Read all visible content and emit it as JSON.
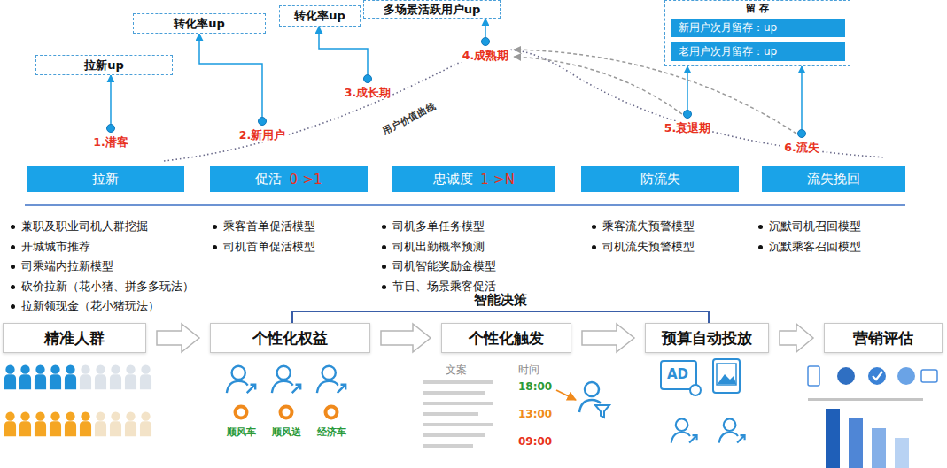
{
  "diagram": {
    "nodes": [
      {
        "text": [
          "拉新up"
        ]
      },
      {
        "text": [
          "转化率up"
        ]
      },
      {
        "text": [
          "转化率up"
        ]
      },
      {
        "text": [
          "多场景活跃用户up"
        ]
      },
      {
        "text": [
          "留 存"
        ]
      },
      {
        "text": [
          "新用户次月留存：up"
        ],
        "in": 4
      },
      {
        "text": [
          "老用户次月留存：up"
        ],
        "in": 4
      },
      {
        "text": [
          "1.潜客"
        ]
      },
      {
        "text": [
          "2.新用户"
        ]
      },
      {
        "text": [
          "3.成长期"
        ]
      },
      {
        "text": [
          "4.成熟期"
        ]
      },
      {
        "text": [
          "5.衰退期"
        ]
      },
      {
        "text": [
          "6.流失"
        ]
      },
      {
        "text": [
          "拉新"
        ]
      },
      {
        "text": [
          "促活",
          "0->1"
        ]
      },
      {
        "text": [
          "忠诚度",
          "1->N"
        ]
      },
      {
        "text": [
          "防流失"
        ]
      },
      {
        "text": [
          "流失挽回"
        ]
      },
      {
        "text": [
          "精准人群"
        ]
      },
      {
        "text": [
          "个性化权益"
        ]
      },
      {
        "text": [
          "个性化触发"
        ]
      },
      {
        "text": [
          "预算自动投放"
        ]
      },
      {
        "text": [
          "营销评估"
        ]
      }
    ],
    "edges": [
      {
        "from": 7,
        "to": 0,
        "arrow": "to"
      },
      {
        "from": 8,
        "to": 1,
        "arrow": "to"
      },
      {
        "from": 9,
        "to": 2,
        "arrow": "to"
      },
      {
        "from": 10,
        "to": 3,
        "arrow": "to"
      },
      {
        "from": 11,
        "to": 4,
        "arrow": "to"
      },
      {
        "from": 12,
        "to": 4,
        "arrow": "to"
      },
      {
        "from": 11,
        "to": 10,
        "arrow": "to"
      },
      {
        "from": 12,
        "to": 10,
        "arrow": "to"
      },
      {
        "from": 18,
        "to": 19,
        "arrow": "to"
      },
      {
        "from": 19,
        "to": 20,
        "arrow": "to"
      },
      {
        "from": 20,
        "to": 21,
        "arrow": "to"
      },
      {
        "from": 21,
        "to": 22,
        "arrow": "to"
      }
    ],
    "labels": [
      "用户价值曲线",
      "兼职及职业司机人群挖掘",
      "开城城市推荐",
      "司乘端内拉新模型",
      "砍价拉新（花小猪、拼多多玩法）",
      "拉新领现金（花小猪玩法）",
      "乘客首单促活模型",
      "司机首单促活模型",
      "司机多单任务模型",
      "司机出勤概率预测",
      "司机智能奖励金模型",
      "节日、场景乘客促活",
      "乘客流失预警模型",
      "司机流失预警模型",
      "沉默司机召回模型",
      "沉默乘客召回模型",
      "智能决策",
      "顺风车",
      "顺风送",
      "经济车",
      "文案",
      "时间",
      "18:00",
      "13:00",
      "09:00",
      "AD"
    ]
  }
}
